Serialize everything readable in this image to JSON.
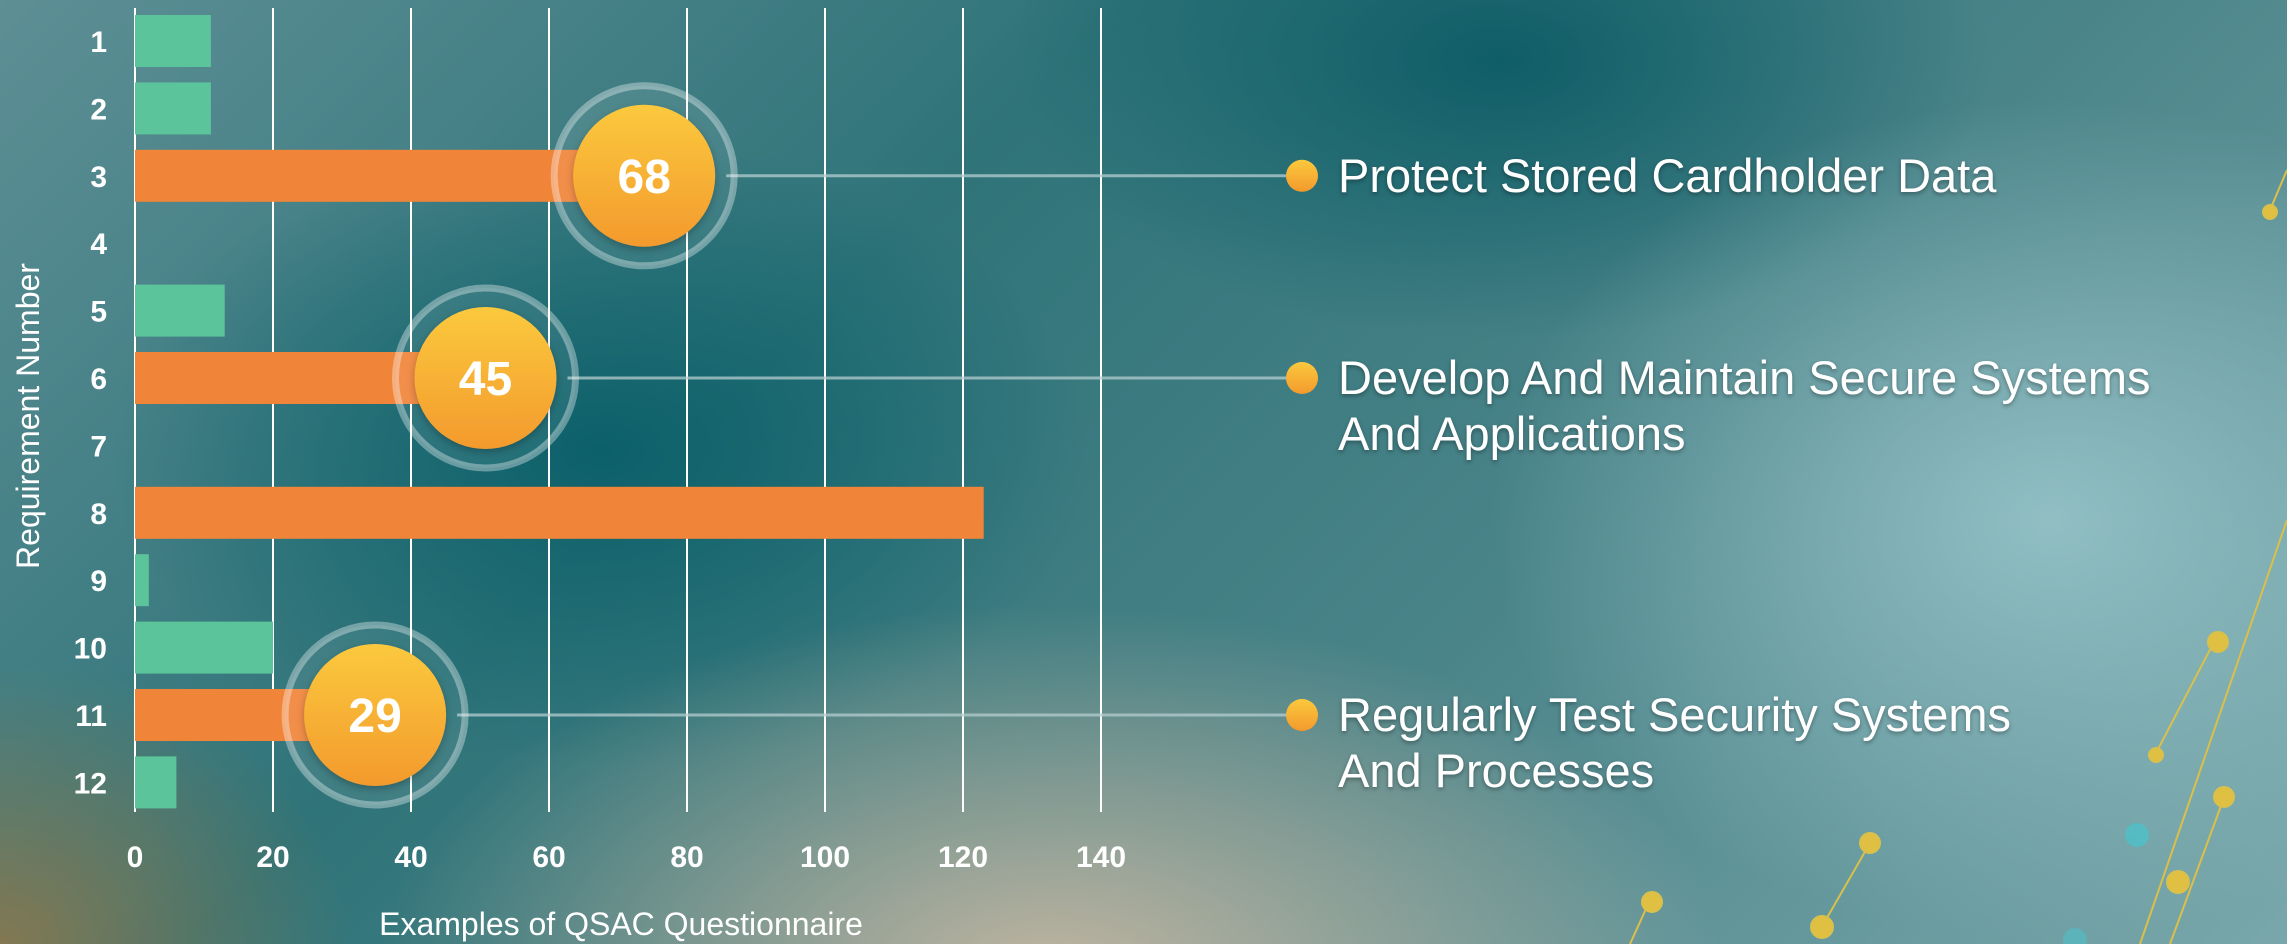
{
  "chart_data": {
    "type": "bar",
    "orientation": "horizontal",
    "categories": [
      "1",
      "2",
      "3",
      "4",
      "5",
      "6",
      "7",
      "8",
      "9",
      "10",
      "11",
      "12"
    ],
    "values": [
      11,
      11,
      68,
      0,
      13,
      45,
      0,
      123,
      2,
      20,
      29,
      6
    ],
    "highlighted": [
      false,
      false,
      true,
      false,
      false,
      true,
      false,
      true,
      false,
      false,
      true,
      false
    ],
    "xlabel": "Examples of QSAC Questionnaire",
    "ylabel": "Requirement Number",
    "xlim": [
      0,
      140
    ],
    "xticks": [
      "0",
      "20",
      "40",
      "60",
      "80",
      "100",
      "120",
      "140"
    ],
    "grid": "vertical",
    "colors": {
      "normal": "#5cc49a",
      "highlight": "#f0853a",
      "bubble_top": "#fbc93d",
      "bubble_bottom": "#f39a2d",
      "connector": "#b5cdd0"
    },
    "callouts": [
      {
        "category": "3",
        "value_label": "68",
        "text_lines": [
          "Protect Stored Cardholder Data"
        ]
      },
      {
        "category": "6",
        "value_label": "45",
        "text_lines": [
          "Develop And Maintain Secure Systems",
          "And Applications"
        ]
      },
      {
        "category": "11",
        "value_label": "29",
        "text_lines": [
          "Regularly Test Security Systems",
          "And Processes"
        ]
      }
    ]
  }
}
